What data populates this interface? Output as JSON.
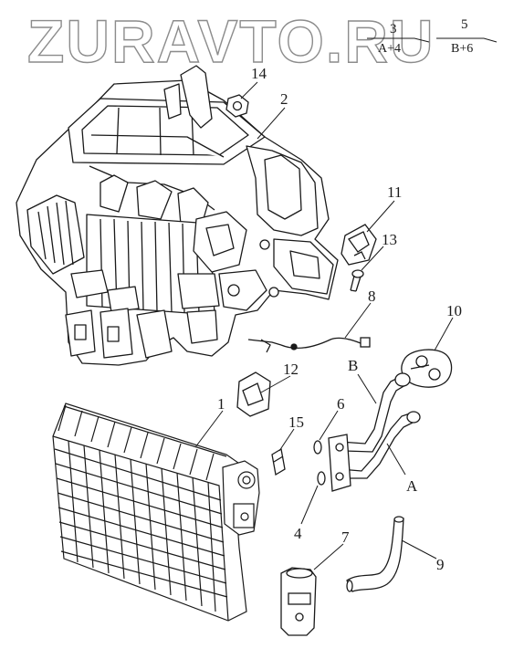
{
  "watermark": {
    "text": "ZURAVTO.RU",
    "color": "#9a9a9a"
  },
  "legend": [
    {
      "numerator": "3",
      "denominator": "A+4"
    },
    {
      "numerator": "5",
      "denominator": "B+6"
    }
  ],
  "callouts": [
    "14",
    "2",
    "11",
    "13",
    "8",
    "10",
    "12",
    "B",
    "1",
    "6",
    "15",
    "A",
    "4",
    "7",
    "9"
  ],
  "colors": {
    "line": "#1a1a1a",
    "paper": "#ffffff"
  }
}
